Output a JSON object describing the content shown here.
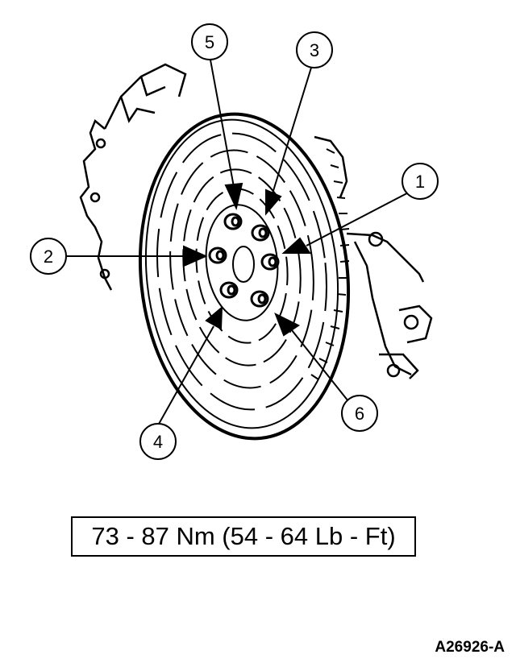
{
  "diagram": {
    "callouts": [
      "1",
      "2",
      "3",
      "4",
      "5",
      "6"
    ],
    "torque_spec": "73 - 87 Nm (54 - 64 Lb - Ft)",
    "figure_id": "A26926-A"
  }
}
